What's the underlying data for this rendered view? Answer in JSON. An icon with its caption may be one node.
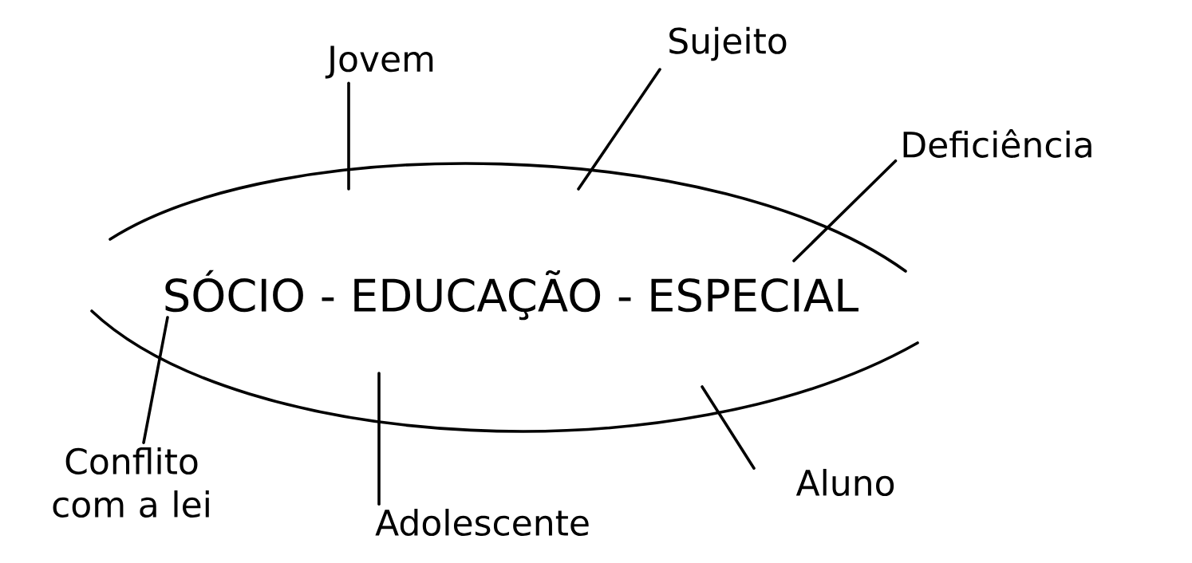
{
  "diagram": {
    "nodes": [
      {
        "text": [
          "SÓCIO - EDUCAÇÃO - ESPECIAL"
        ]
      },
      {
        "text": [
          "Jovem"
        ]
      },
      {
        "text": [
          "Sujeito"
        ]
      },
      {
        "text": [
          "Deficiência"
        ]
      },
      {
        "text": [
          "Conflito com a lei"
        ]
      },
      {
        "text": [
          "Adolescente"
        ]
      },
      {
        "text": [
          "Aluno"
        ]
      }
    ],
    "edges": [
      {
        "from": 1,
        "to": 0,
        "arrow": "none"
      },
      {
        "from": 2,
        "to": 0,
        "arrow": "none"
      },
      {
        "from": 3,
        "to": 0,
        "arrow": "none"
      },
      {
        "from": 4,
        "to": 0,
        "arrow": "none"
      },
      {
        "from": 5,
        "to": 0,
        "arrow": "none"
      },
      {
        "from": 6,
        "to": 0,
        "arrow": "none"
      }
    ]
  }
}
